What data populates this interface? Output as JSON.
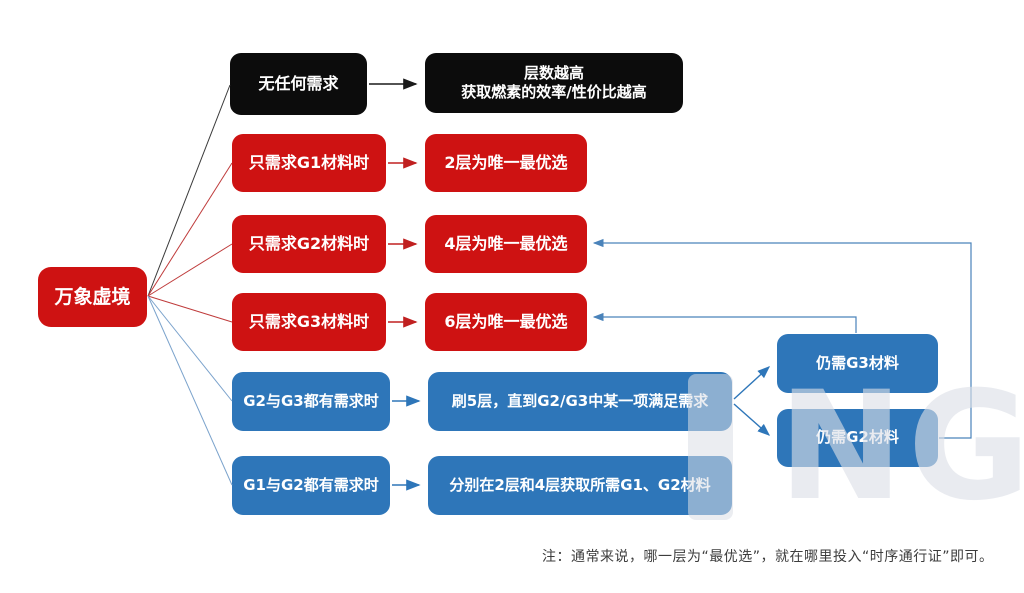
{
  "root": {
    "label": "万象虚境"
  },
  "branches": [
    {
      "type": "black",
      "condition": "无任何需求",
      "result_lines": [
        "层数越高",
        "获取燃素的效率/性价比越高"
      ]
    },
    {
      "type": "red",
      "condition": "只需求G1材料时",
      "result": "2层为唯一最优选"
    },
    {
      "type": "red",
      "condition": "只需求G2材料时",
      "result": "4层为唯一最优选"
    },
    {
      "type": "red",
      "condition": "只需求G3材料时",
      "result": "6层为唯一最优选"
    },
    {
      "type": "blue",
      "condition": "G2与G3都有需求时",
      "result": "刷5层，直到G2/G3中某一项满足需求"
    },
    {
      "type": "blue",
      "condition": "G1与G2都有需求时",
      "result": "分别在2层和4层获取所需G1、G2材料"
    }
  ],
  "outcomes": [
    {
      "label": "仍需G3材料"
    },
    {
      "label": "仍需G2材料"
    }
  ],
  "note": "注：通常来说，哪一层为“最优选”，就在哪里投入“时序通行证”即可。",
  "watermark": "NG",
  "colors": {
    "red_box": "#ce1212",
    "blue_box": "#2e76b9",
    "black_box": "#0c0c0c",
    "red_line": "#c02020",
    "blue_line": "#2e76b9",
    "black_line": "#1a1a1a",
    "feedback_line": "#4a83ba"
  }
}
